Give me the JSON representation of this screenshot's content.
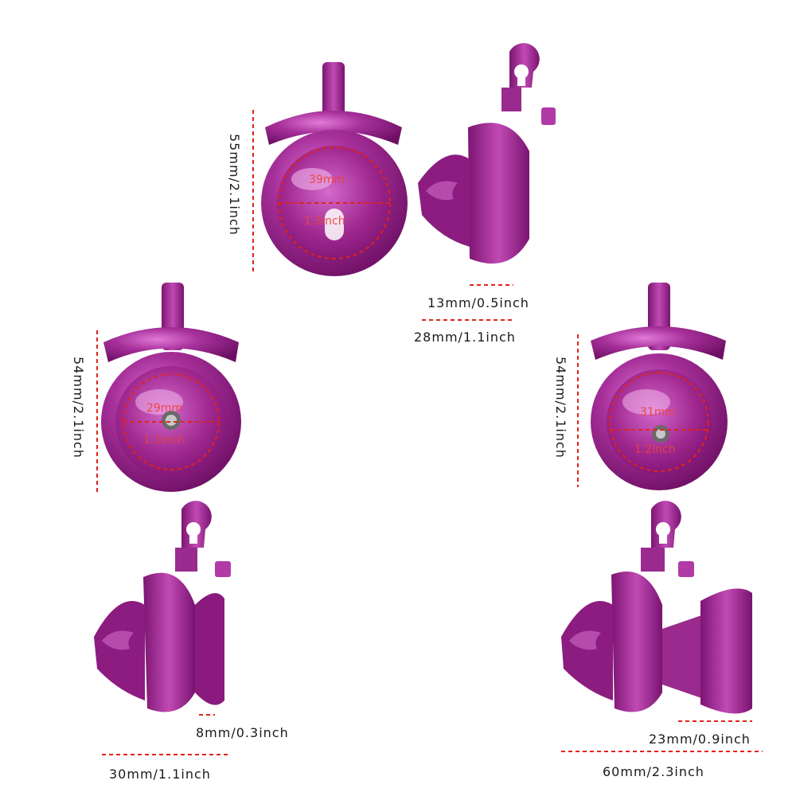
{
  "theme": {
    "product_color": "#9a1e8c",
    "dimension_line_color": "#e2231a"
  },
  "views": {
    "small_front": {
      "height": "55mm/2.1inch",
      "inner_mm": "39mm",
      "inner_inch": "1.5inch"
    },
    "small_side": {
      "depth_a": "13mm/0.5inch",
      "depth_b": "28mm/1.1inch"
    },
    "medium_front": {
      "height": "54mm/2.1inch",
      "inner_mm": "29mm",
      "inner_inch": "1.1inch"
    },
    "medium_side": {
      "depth_a": "8mm/0.3inch",
      "depth_b": "30mm/1.1inch"
    },
    "large_front": {
      "height": "54mm/2.1inch",
      "inner_mm": "31mm",
      "inner_inch": "1.2inch"
    },
    "large_side": {
      "depth_a": "23mm/0.9inch",
      "depth_b": "60mm/2.3inch"
    }
  }
}
